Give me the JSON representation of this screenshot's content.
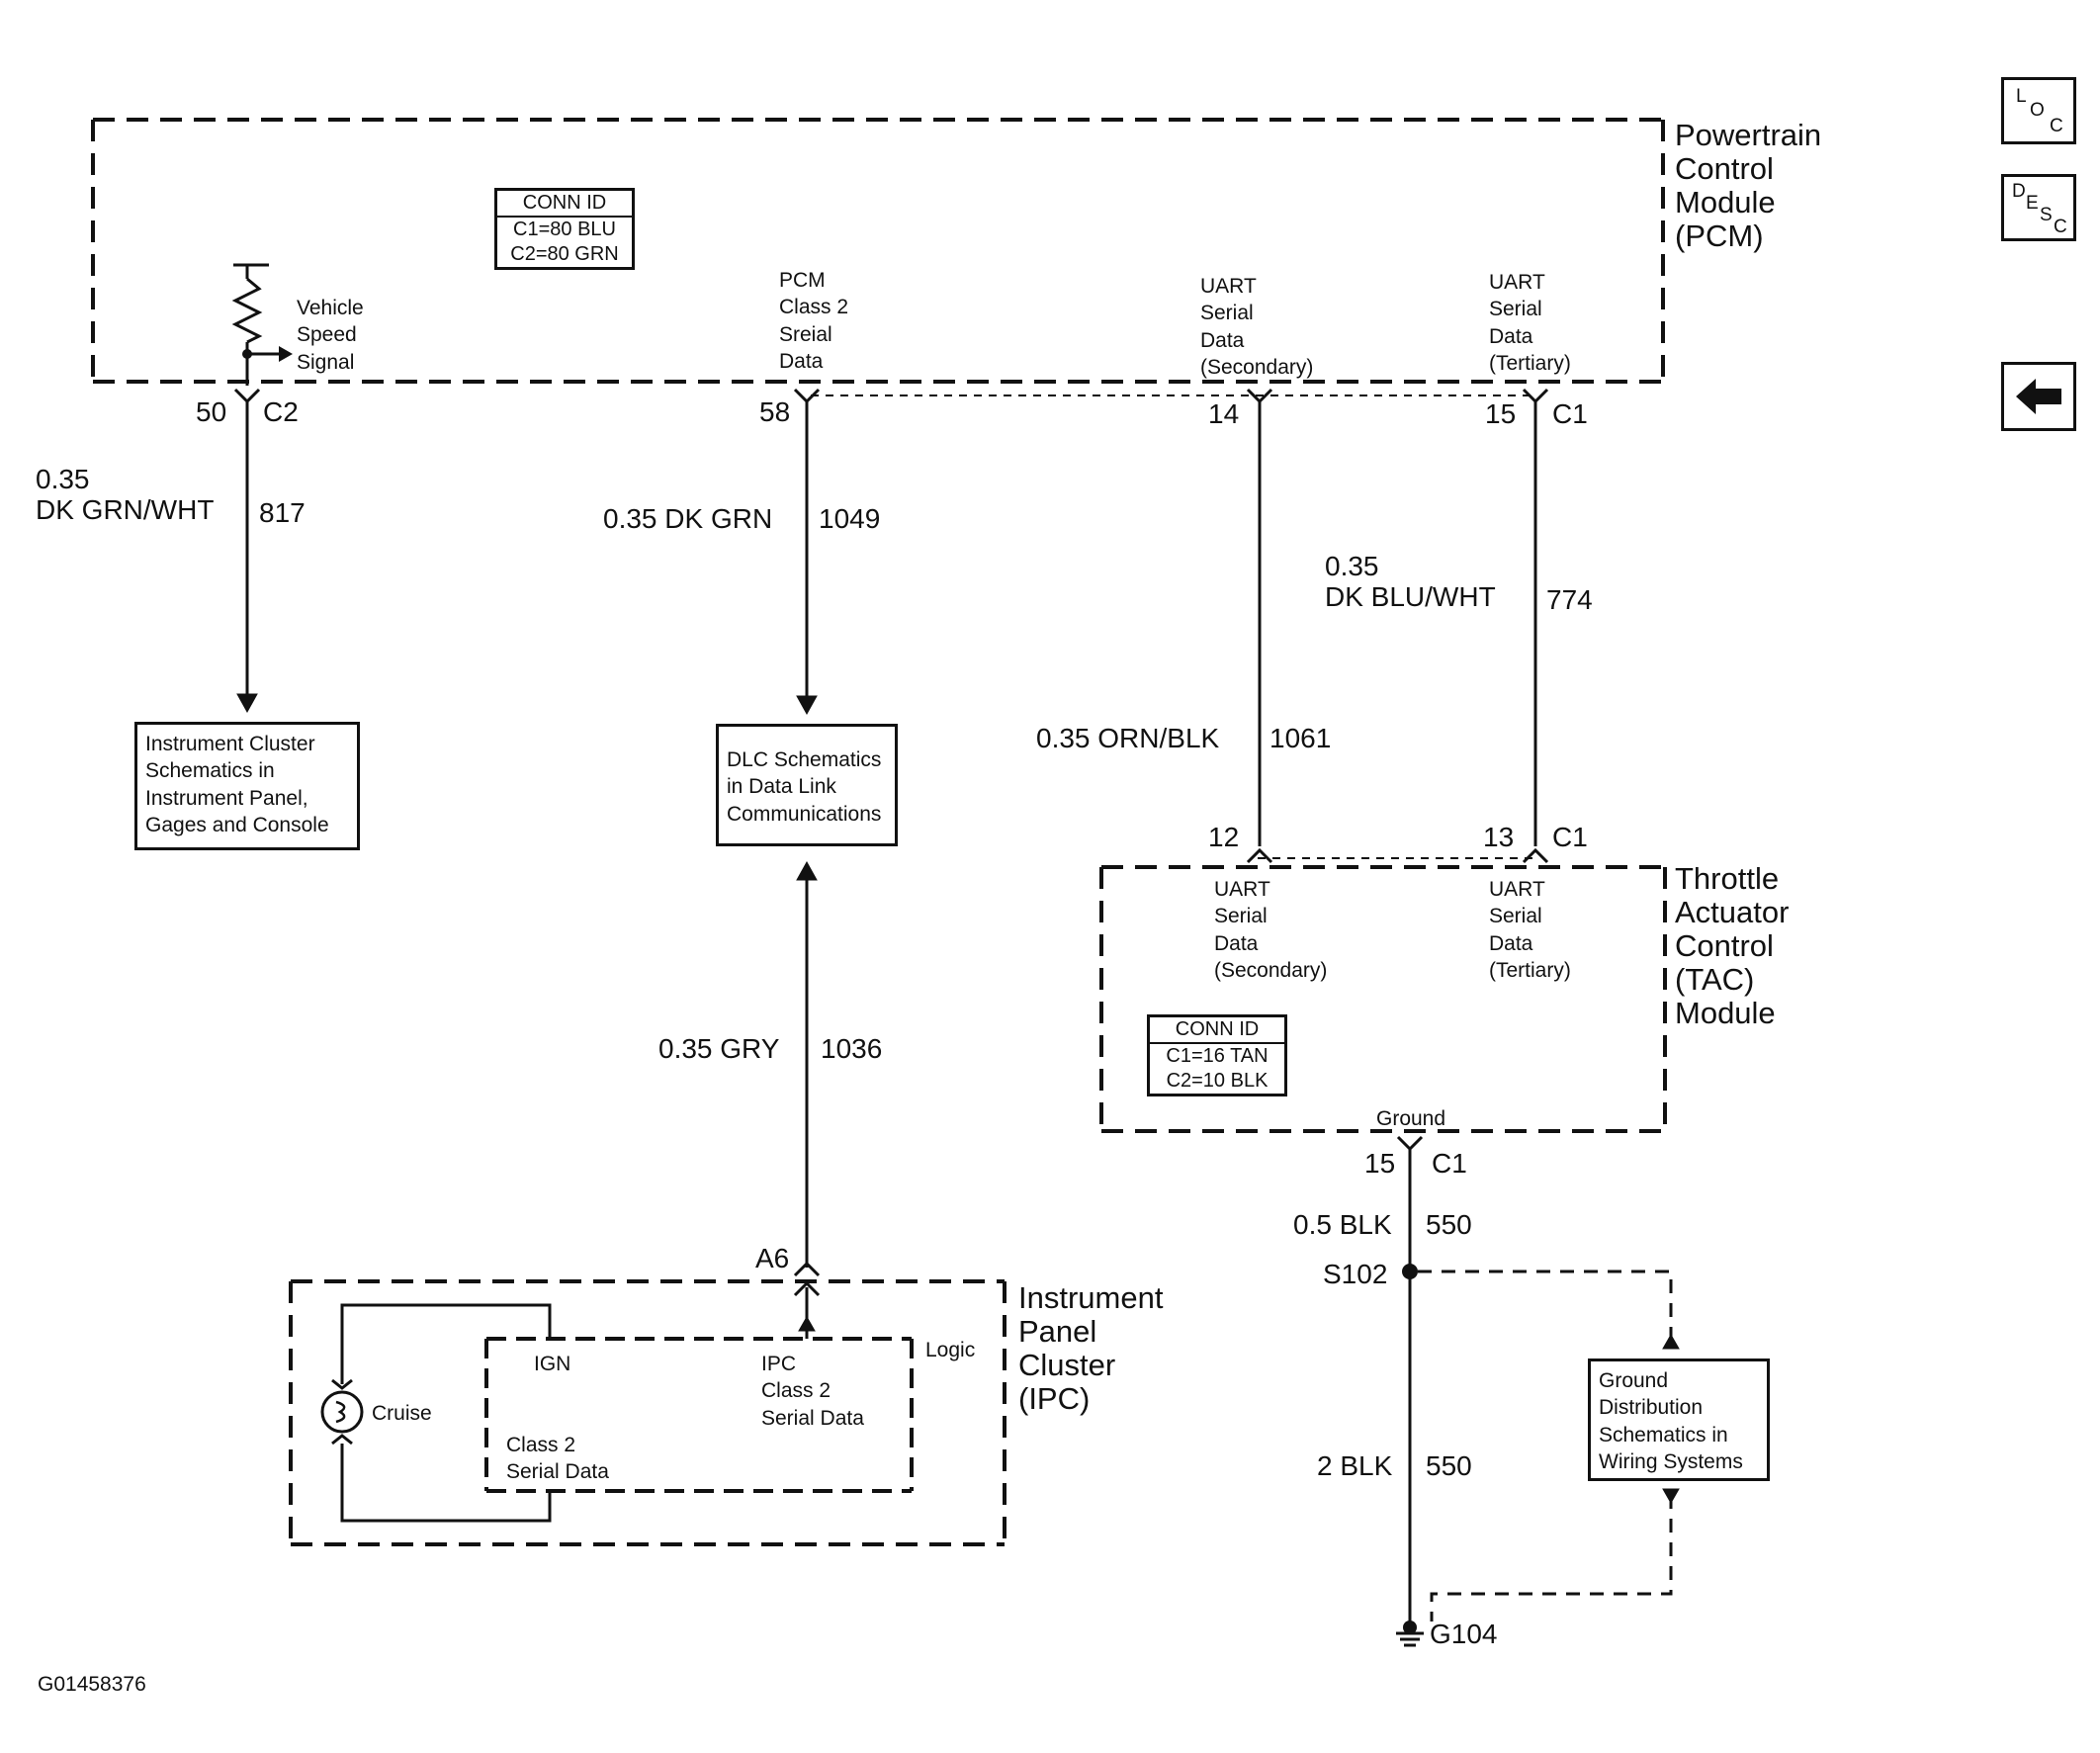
{
  "nav": {
    "loc": {
      "l": "L",
      "o": "O",
      "c": "C"
    },
    "desc": {
      "d": "D",
      "e": "E",
      "s": "S",
      "c": "C"
    },
    "back_icon": "left-arrow-icon"
  },
  "pcm": {
    "title": [
      "Powertrain",
      "Control",
      "Module",
      "(PCM)"
    ],
    "conn_id": {
      "header": "CONN ID",
      "rows": [
        "C1=80 BLU",
        "C2=80 GRN"
      ]
    },
    "vss_label": [
      "Vehicle",
      "Speed",
      "Signal"
    ],
    "class2_label": [
      "PCM",
      "Class 2",
      "Sreial",
      "Data"
    ],
    "uart_sec_label": [
      "UART",
      "Serial",
      "Data",
      "(Secondary)"
    ],
    "uart_ter_label": [
      "UART",
      "Serial",
      "Data",
      "(Tertiary)"
    ]
  },
  "pins": {
    "p50": "50",
    "c2": "C2",
    "p58": "58",
    "p14": "14",
    "p15": "15",
    "c1_top": "C1",
    "p12": "12",
    "p13": "13",
    "c1_tac": "C1",
    "p15g": "15",
    "c1_g": "C1",
    "a6": "A6"
  },
  "wires": {
    "w817": {
      "gauge": "0.35",
      "color": "DK GRN/WHT",
      "circuit": "817"
    },
    "w1049": {
      "label": "0.35 DK GRN",
      "circuit": "1049"
    },
    "w1061": {
      "label": "0.35 ORN/BLK",
      "circuit": "1061"
    },
    "w774": {
      "gauge": "0.35",
      "color": "DK BLU/WHT",
      "circuit": "774"
    },
    "w1036": {
      "label": "0.35 GRY",
      "circuit": "1036"
    },
    "w550a": {
      "label": "0.5 BLK",
      "circuit": "550"
    },
    "w550b": {
      "label": "2 BLK",
      "circuit": "550"
    }
  },
  "refs": {
    "instrument": [
      "Instrument Cluster",
      "Schematics in",
      "Instrument Panel,",
      "Gages and Console"
    ],
    "dlc": [
      "DLC Schematics",
      "in Data Link",
      "Communications"
    ],
    "ground": [
      "Ground",
      "Distribution",
      "Schematics in",
      "Wiring Systems"
    ]
  },
  "tac": {
    "title": [
      "Throttle",
      "Actuator",
      "Control",
      "(TAC)",
      "Module"
    ],
    "uart_sec_label": [
      "UART",
      "Serial",
      "Data",
      "(Secondary)"
    ],
    "uart_ter_label": [
      "UART",
      "Serial",
      "Data",
      "(Tertiary)"
    ],
    "conn_id": {
      "header": "CONN ID",
      "rows": [
        "C1=16 TAN",
        "C2=10 BLK"
      ]
    },
    "ground_label": "Ground"
  },
  "splice": {
    "s102": "S102",
    "g104": "G104"
  },
  "ipc": {
    "title": [
      "Instrument",
      "Panel",
      "Cluster",
      "(IPC)"
    ],
    "logic": "Logic",
    "ign": "IGN",
    "cruise": "Cruise",
    "ipc_class2": [
      "IPC",
      "Class 2",
      "Serial Data"
    ],
    "class2": [
      "Class 2",
      "Serial Data"
    ]
  },
  "figure_id": "G01458376"
}
